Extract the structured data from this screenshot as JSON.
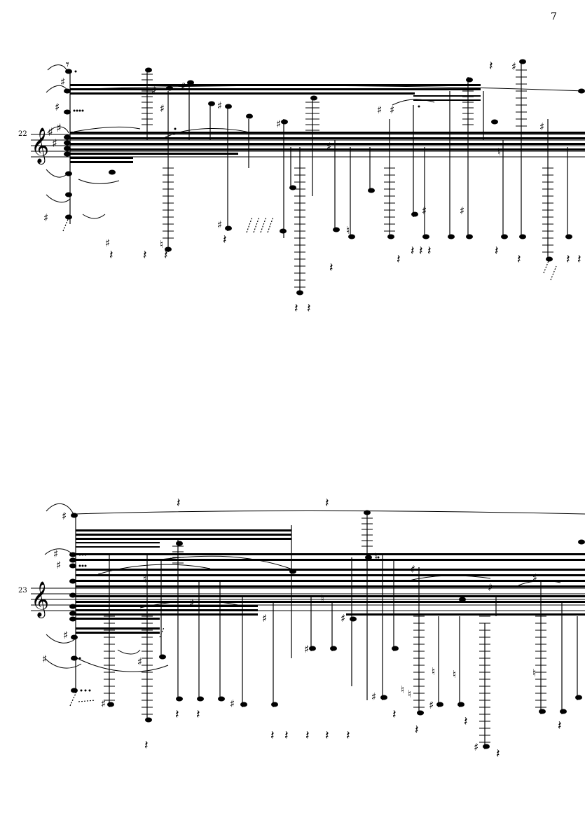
{
  "page": {
    "number": "7"
  },
  "systems": [
    {
      "measure": "22",
      "key_signature": "A major (3 sharps)",
      "clef": "treble"
    },
    {
      "measure": "23",
      "key_signature": "C major (no sharps)",
      "clef": "treble"
    }
  ],
  "colors": {
    "ink": "#000000",
    "paper": "#ffffff"
  },
  "icons": [
    "treble-clef-icon",
    "sharp-icon",
    "natural-icon",
    "quarter-rest-icon",
    "eighth-rest-icon",
    "tremolo-icon"
  ]
}
